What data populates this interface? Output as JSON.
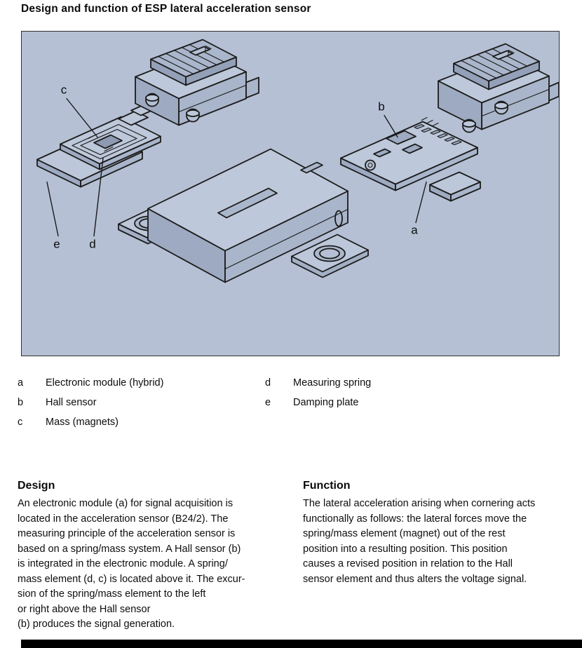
{
  "page": {
    "title": "Design and function of ESP lateral acceleration sensor"
  },
  "diagram": {
    "labels": {
      "a": "a",
      "b": "b",
      "c": "c",
      "d": "d",
      "e": "e"
    }
  },
  "legend": {
    "items": [
      {
        "key": "a",
        "label": "Electronic module (hybrid)"
      },
      {
        "key": "b",
        "label": "Hall sensor"
      },
      {
        "key": "c",
        "label": "Mass (magnets)"
      },
      {
        "key": "d",
        "label": "Measuring spring"
      },
      {
        "key": "e",
        "label": "Damping plate"
      }
    ]
  },
  "sections": {
    "design": {
      "heading": "Design",
      "body": "An electronic module (a) for signal acquisition is\nlocated in the acceleration sensor (B24/2).  The\nmeasuring principle of the acceleration sensor is\nbased on a spring/mass system.  A Hall sensor (b)\nis integrated in the electronic module.  A spring/\nmass element (d, c) is located above it.  The excur-\nsion of the spring/mass element to the left\nor right above the Hall sensor\n(b) produces the signal generation."
    },
    "function": {
      "heading": "Function",
      "body": "The lateral acceleration arising when cornering acts\nfunctionally as follows:  the lateral forces move the\nspring/mass element (magnet) out of the rest\nposition into a resulting position.  This position\ncauses a revised position in relation to the Hall\nsensor element and thus alters the voltage signal."
    }
  },
  "colors": {
    "panel_background": "#b5c0d4",
    "ink": "#111111",
    "footer_bar": "#000000"
  }
}
